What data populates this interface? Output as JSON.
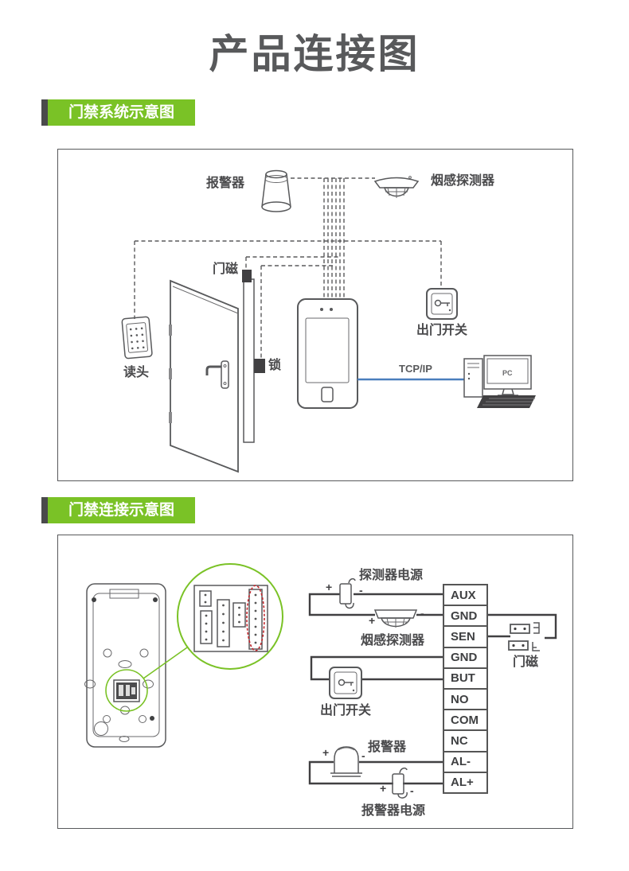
{
  "page": {
    "title": "产品连接图"
  },
  "sections": {
    "system": "门禁系统示意图",
    "connection": "门禁连接示意图"
  },
  "diagram1": {
    "labels": {
      "alarm": "报警器",
      "smoke_detector": "烟感探测器",
      "door_magnet": "门磁",
      "reader": "读头",
      "lock": "锁",
      "exit_button": "出门开关",
      "tcpip": "TCP/IP",
      "pc": "PC"
    }
  },
  "diagram2": {
    "labels": {
      "detector_power": "探测器电源",
      "smoke_detector": "烟感探测器",
      "exit_button": "出门开关",
      "alarm": "报警器",
      "alarm_power": "报警器电源",
      "door_magnet": "门磁",
      "plus": "+",
      "minus": "-"
    },
    "terminals": [
      "AUX",
      "GND",
      "SEN",
      "GND",
      "BUT",
      "NO",
      "COM",
      "NC",
      "AL-",
      "AL+"
    ]
  },
  "colors": {
    "accent_green": "#7ac226",
    "wire_blue": "#4a7ebd",
    "line_gray": "#58595b",
    "highlight_red": "#c1272d"
  }
}
